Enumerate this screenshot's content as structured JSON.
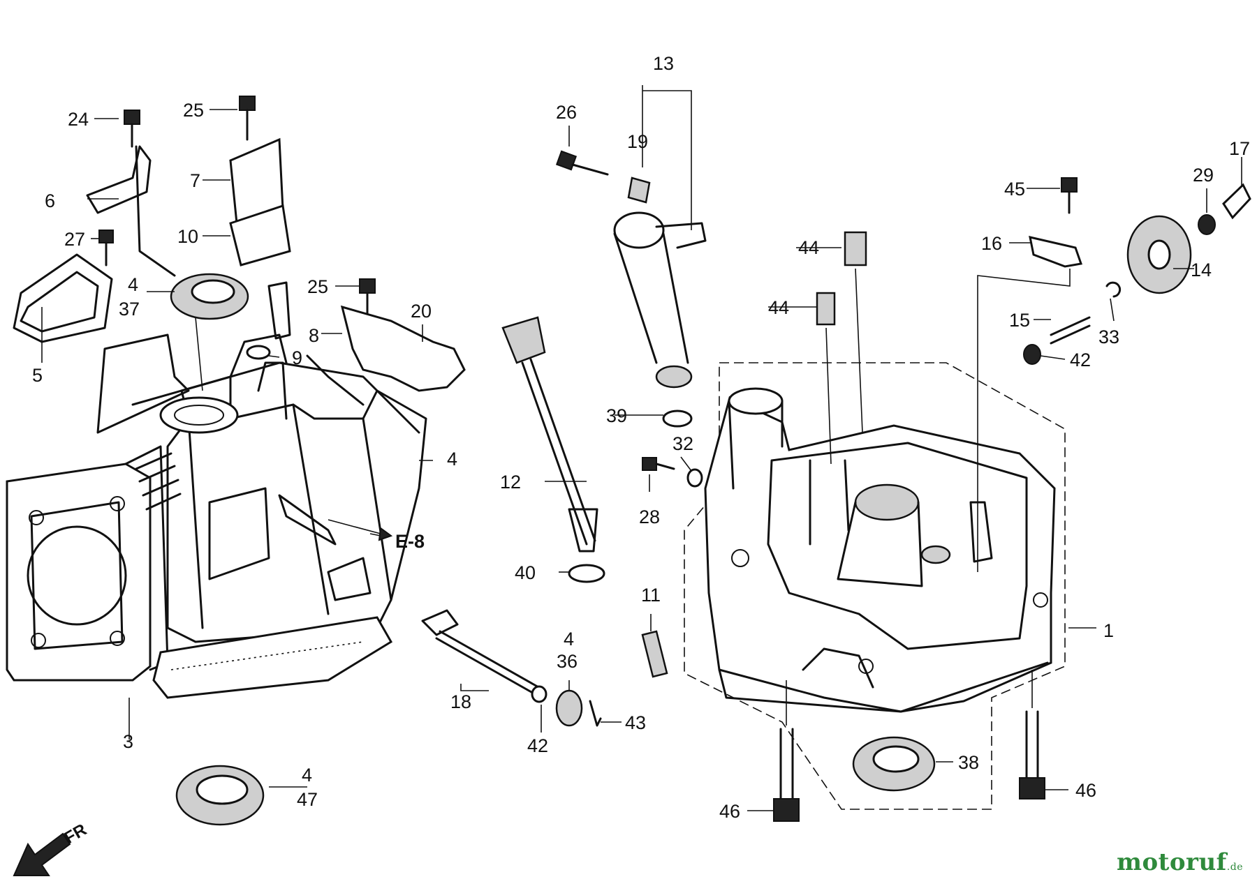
{
  "diagram": {
    "callouts": [
      "1",
      "3",
      "4",
      "4",
      "4",
      "4",
      "4",
      "5",
      "6",
      "7",
      "8",
      "9",
      "10",
      "11",
      "12",
      "13",
      "14",
      "15",
      "16",
      "17",
      "18",
      "19",
      "20",
      "24",
      "25",
      "25",
      "26",
      "27",
      "28",
      "29",
      "32",
      "33",
      "36",
      "37",
      "38",
      "39",
      "40",
      "42",
      "42",
      "43",
      "44",
      "44",
      "45",
      "46",
      "46",
      "47"
    ],
    "reference": "E-8",
    "direction": "FR",
    "watermark": {
      "main": "motoruf",
      "suffix": ".de"
    }
  }
}
